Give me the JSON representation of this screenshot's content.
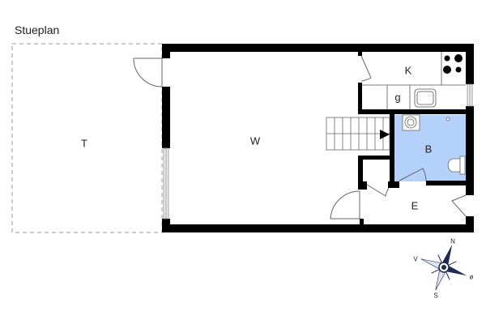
{
  "title": "Stueplan",
  "rooms": {
    "terrace": {
      "label": "T"
    },
    "living": {
      "label": "W"
    },
    "kitchen": {
      "label": "K"
    },
    "storage": {
      "label": "g"
    },
    "bathroom": {
      "label": "B"
    },
    "entrance": {
      "label": "E"
    }
  },
  "compass": {
    "north": "N",
    "south": "S",
    "west": "V",
    "east": "ø"
  },
  "colors": {
    "wall": "#000000",
    "bathroom_fill": "#b3d1fa",
    "dashed_outline": "#999999",
    "compass": "#1f2a55"
  }
}
